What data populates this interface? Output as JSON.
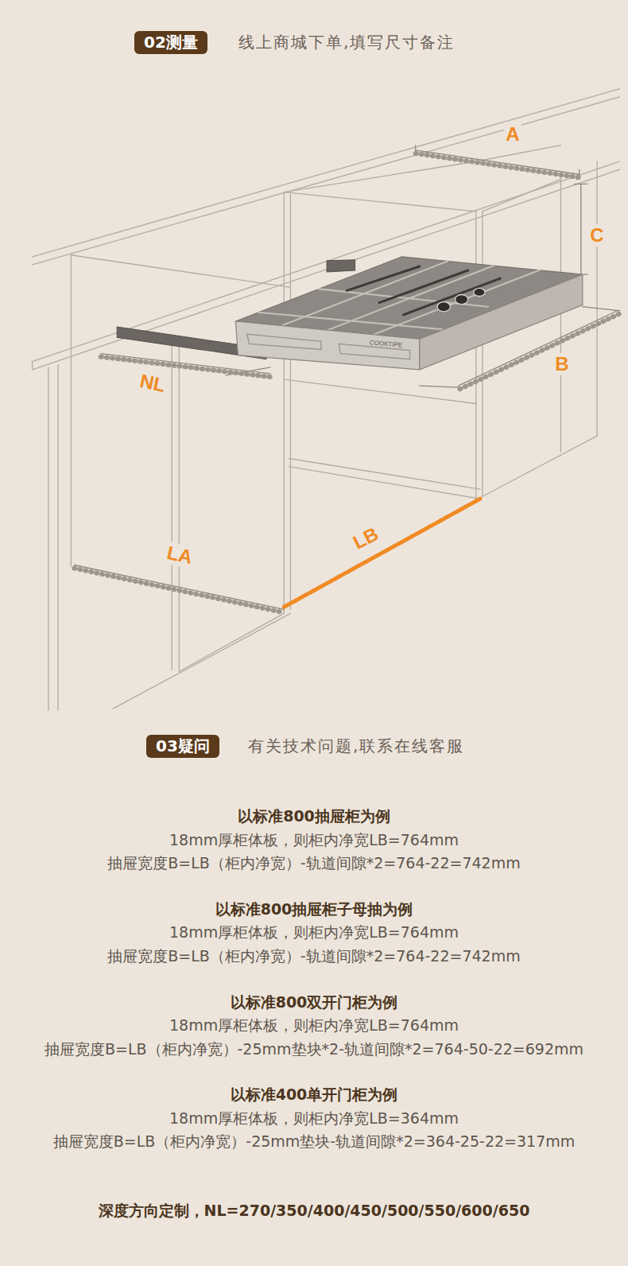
{
  "diagram": {
    "nodes": [
      {
        "text": [
          "02测量"
        ]
      },
      {
        "text": [
          "03疑问"
        ]
      }
    ],
    "labels": [
      "线上商城下单,填写尺寸备注",
      "A",
      "C",
      "NL",
      "B",
      "LA",
      "LB",
      "COOKTIPE",
      "有关技术问题,联系在线客服",
      "以标准800抽屉柜为例",
      "18mm厚柜体板，则柜内净宽LB=764mm",
      "抽屉宽度B=LB（柜内净宽）-轨道间隙*2=764-22=742mm",
      "以标准800抽屉柜子母抽为例",
      "18mm厚柜体板，则柜内净宽LB=764mm",
      "抽屉宽度B=LB（柜内净宽）-轨道间隙*2=764-22=742mm",
      "以标准800双开门柜为例",
      "18mm厚柜体板，则柜内净宽LB=764mm",
      "抽屉宽度B=LB（柜内净宽）-25mm垫块*2-轨道间隙*2=764-50-22=692mm",
      "以标准400单开门柜为例",
      "18mm厚柜体板，则柜内净宽LB=364mm",
      "抽屉宽度B=LB（柜内净宽）-25mm垫块-轨道间隙*2=364-25-22=317mm",
      "深度方向定制，NL=270/350/400/450/500/550/600/650"
    ]
  }
}
